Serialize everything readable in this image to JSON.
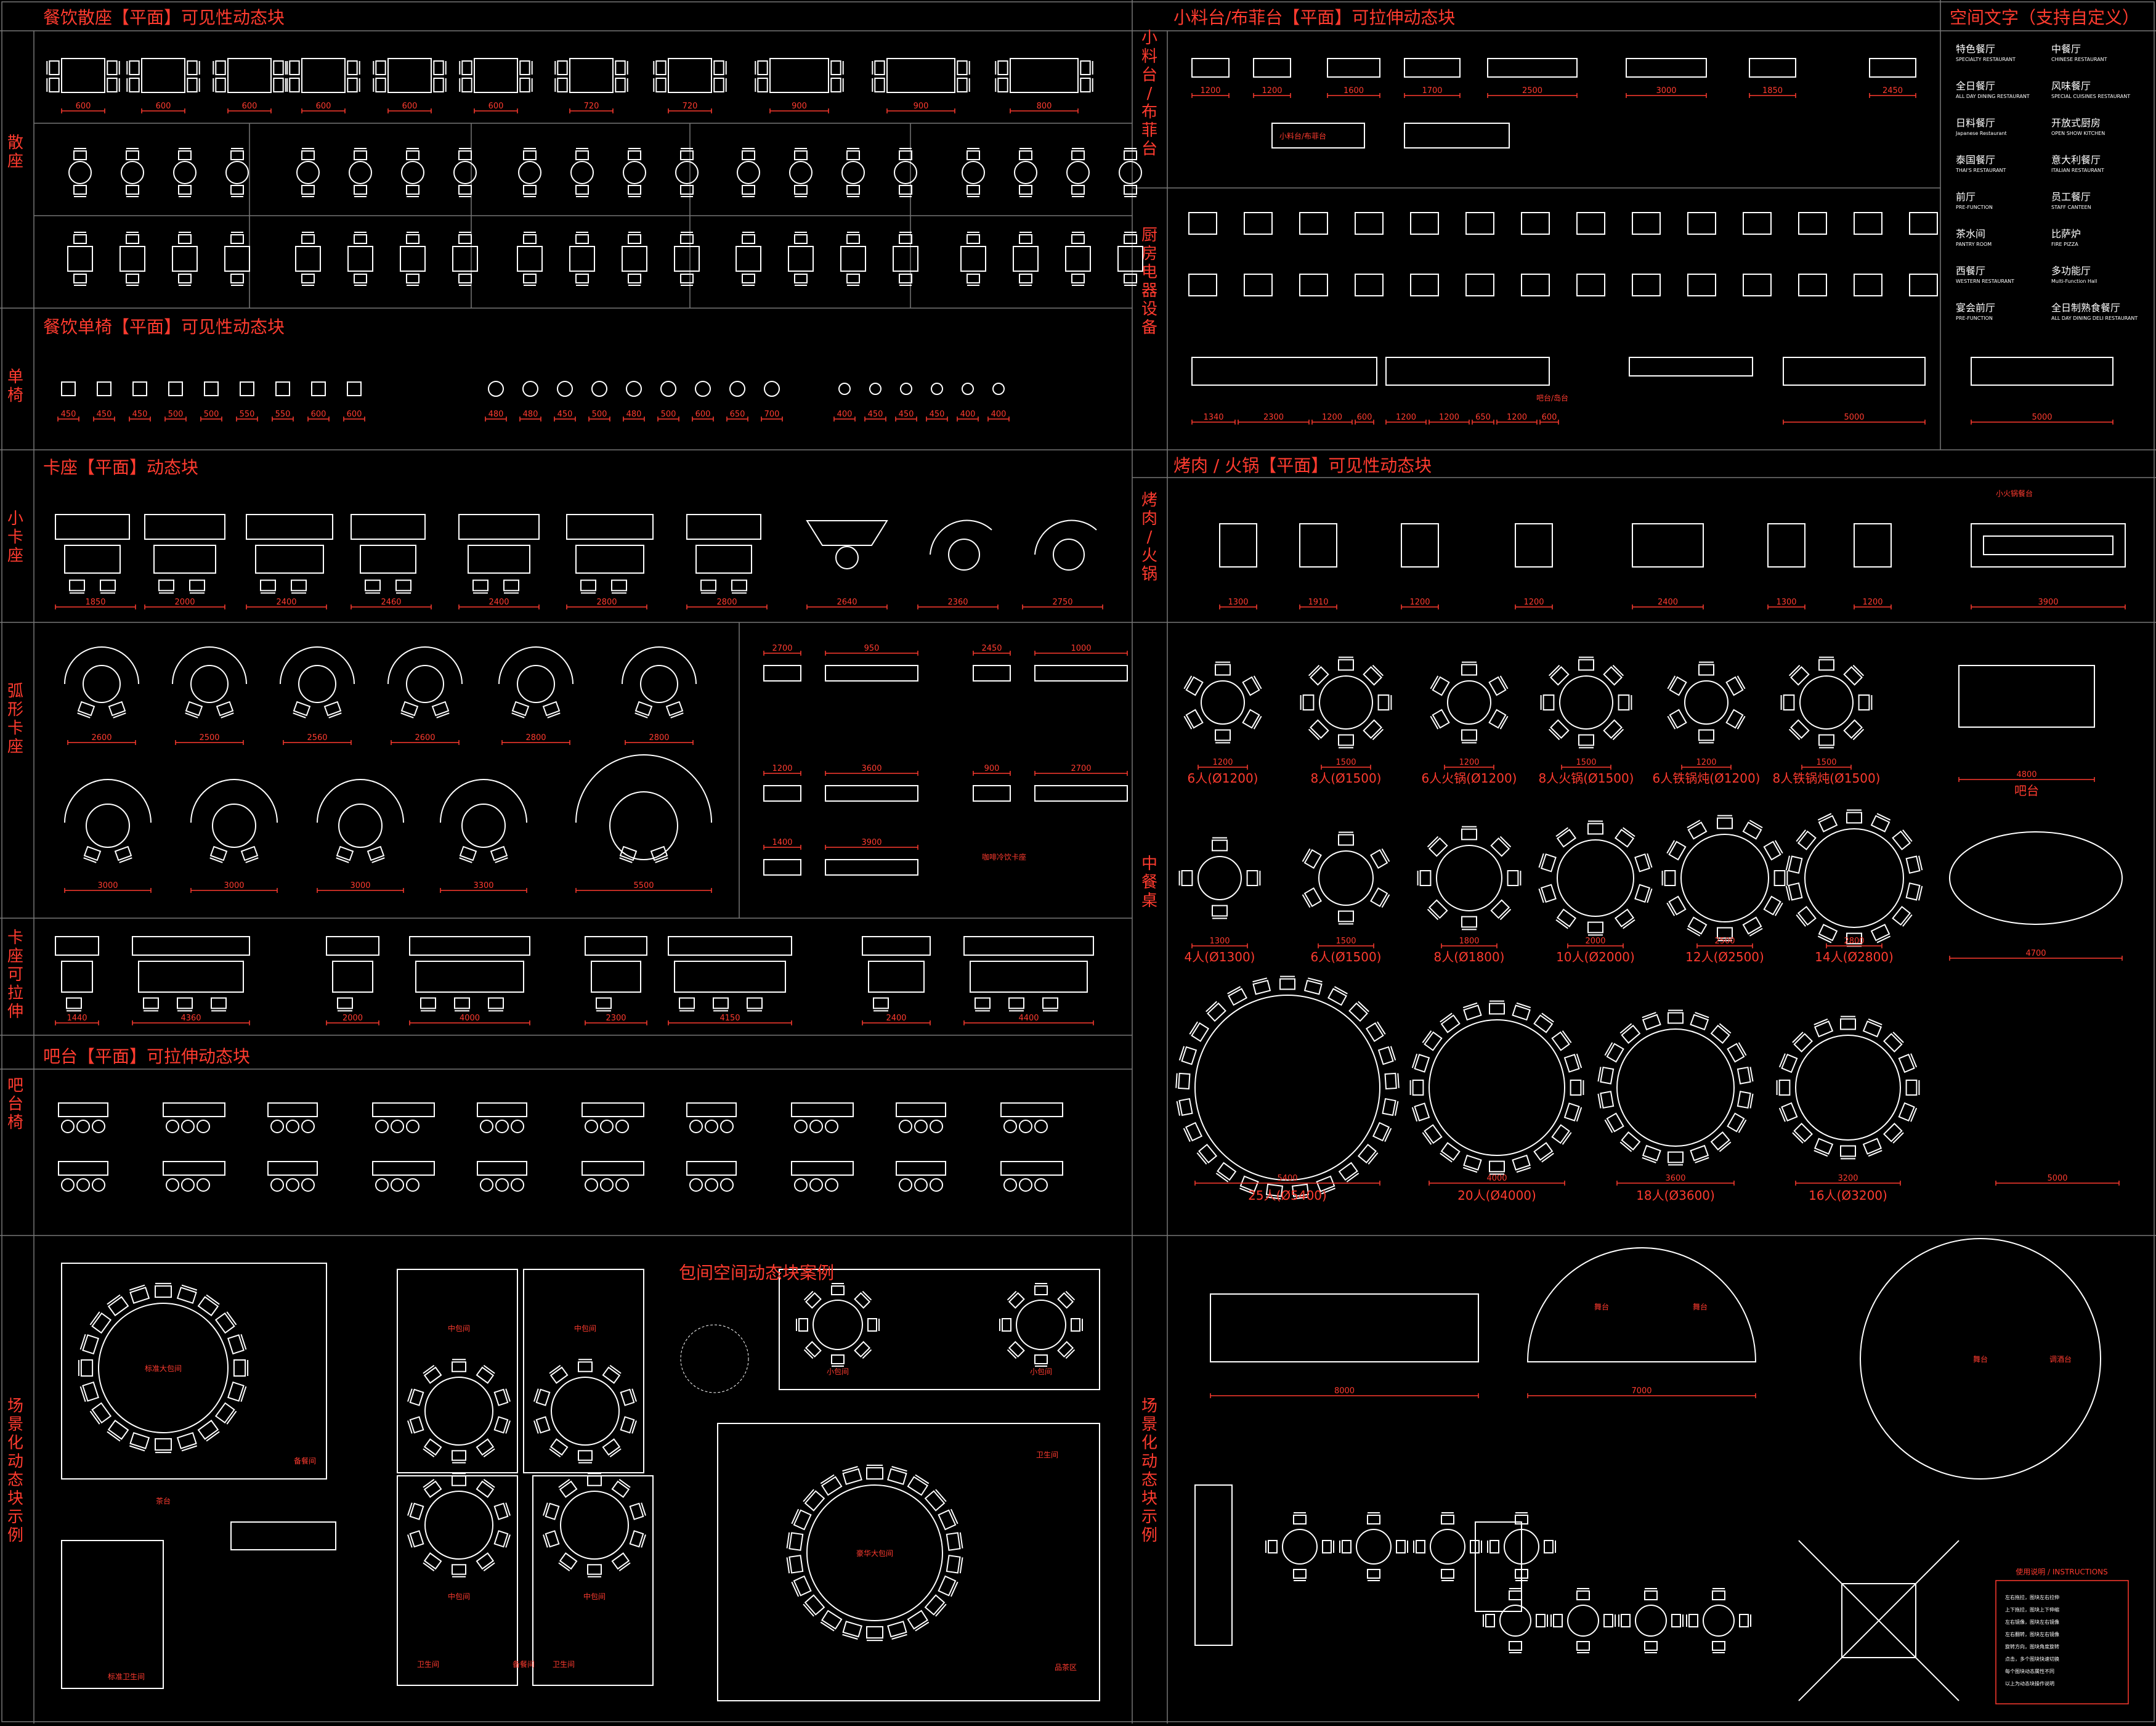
{
  "sections": {
    "s1": "餐饮散座【平面】可见性动态块",
    "s2": "餐饮单椅【平面】可见性动态块",
    "s3": "卡座【平面】动态块",
    "s4": "吧台【平面】可拉伸动态块",
    "s5": "小料台/布菲台【平面】可拉伸动态块",
    "s6": "空间文字（支持自定义）",
    "s7": "烤肉 / 火锅【平面】可见性动态块",
    "s8": "包间空间动态块案例"
  },
  "side_labels": {
    "sanzuo": "散座",
    "danyi": "单椅",
    "xiaokazuo": "小卡座",
    "huxing": "弧形卡座",
    "kalashen": "卡座可拉伸",
    "baitaiyi": "吧台椅",
    "changjing_left": "场景化动态块示例",
    "xiaoliao": "小料台/布菲台",
    "chufang": "厨房电器设备",
    "kaorou": "烤肉/火锅",
    "zhongcan": "中餐桌",
    "changjing_right": "场景化动态块示例"
  },
  "dims": {
    "sanzuo": [
      "600",
      "600",
      "600",
      "600",
      "600",
      "600",
      "720",
      "720",
      "900",
      "900",
      "800"
    ],
    "danyi": [
      "450",
      "450",
      "450",
      "500",
      "500",
      "550",
      "550",
      "600",
      "600",
      "480",
      "480",
      "450",
      "500",
      "480",
      "500",
      "600",
      "650",
      "700",
      "400",
      "450",
      "450",
      "450",
      "400",
      "400"
    ],
    "kazuo": [
      "1850",
      "2000",
      "2400",
      "2460",
      "2400",
      "2800",
      "2800",
      "2640",
      "2360",
      "2750"
    ],
    "arc1": [
      "2600",
      "2500",
      "2560",
      "2600",
      "2800",
      "2800"
    ],
    "arc2": [
      "3000",
      "3000",
      "3000",
      "3300",
      "5500"
    ],
    "kala": [
      "1440",
      "4360",
      "2000",
      "4000",
      "2300",
      "4150",
      "2400",
      "4400"
    ],
    "top_r": [
      "1200",
      "1200",
      "1600",
      "1700",
      "2500",
      "3000",
      "1850",
      "2450"
    ],
    "cook": [
      "1340",
      "2300",
      "1200",
      "600",
      "1200",
      "1200",
      "650",
      "1200",
      "600",
      "5000",
      "5000"
    ],
    "kaorou": [
      "1300",
      "1910",
      "1200",
      "1200",
      "2400",
      "1300",
      "1200",
      "3900"
    ],
    "hall": [
      "8000",
      "7000",
      "5400",
      "4000",
      "3600",
      "3200",
      "5000",
      "4700",
      "4800"
    ]
  },
  "minis": [
    "2700",
    "950",
    "2450",
    "1000",
    "1200",
    "3600",
    "900",
    "2700",
    "1400",
    "3900"
  ],
  "captions_cn": {
    "row1": [
      "6人(Ø1200)",
      "8人(Ø1500)",
      "6人火锅(Ø1200)",
      "8人火锅(Ø1500)",
      "6人铁锅炖(Ø1200)",
      "8人铁锅炖(Ø1500)"
    ],
    "row1_dims": [
      "1200",
      "1500",
      "1200",
      "1500",
      "1200",
      "1500"
    ],
    "bar": "吧台",
    "row2": [
      "4人(Ø1300)",
      "6人(Ø1500)",
      "8人(Ø1800)",
      "10人(Ø2000)",
      "12人(Ø2500)",
      "14人(Ø2800)"
    ],
    "row2_dims": [
      "1300",
      "1500",
      "1800",
      "2000",
      "2500",
      "2800"
    ],
    "row3": [
      "25人(Ø5400)",
      "20人(Ø4000)",
      "18人(Ø3600)",
      "16人(Ø3200)"
    ]
  },
  "space_text": [
    {
      "cn": "特色餐厅",
      "en": "SPECIALTY RESTAURANT"
    },
    {
      "cn": "中餐厅",
      "en": "CHINESE RESTAURANT"
    },
    {
      "cn": "全日餐厅",
      "en": "ALL DAY DINING RESTAURANT"
    },
    {
      "cn": "风味餐厅",
      "en": "SPECIAL CUISINES RESTAURANT"
    },
    {
      "cn": "日料餐厅",
      "en": "Japanese Restaurant"
    },
    {
      "cn": "开放式厨房",
      "en": "OPEN SHOW KITCHEN"
    },
    {
      "cn": "泰国餐厅",
      "en": "THAI'S RESTAURANT"
    },
    {
      "cn": "意大利餐厅",
      "en": "ITALIAN RESTAURANT"
    },
    {
      "cn": "前厅",
      "en": "PRE-FUNCTION"
    },
    {
      "cn": "员工餐厅",
      "en": "STAFF CANTEEN"
    },
    {
      "cn": "茶水间",
      "en": "PANTRY ROOM"
    },
    {
      "cn": "比萨炉",
      "en": "FIRE PIZZA"
    },
    {
      "cn": "西餐厅",
      "en": "WESTERN RESTAURANT"
    },
    {
      "cn": "多功能厅",
      "en": "Multi-Function Hall"
    },
    {
      "cn": "宴会前厅",
      "en": "PRE-FUNCTION"
    },
    {
      "cn": "全日制熟食餐厅",
      "en": "ALL DAY DINING DELI RESTAURANT"
    }
  ],
  "room_labels": {
    "big_room": "标准大包间",
    "mid": "中包间",
    "small": "小包间",
    "lux": "豪华大包间",
    "wc": "卫生间",
    "prep": "备餐间",
    "tea": "茶台",
    "std_wc": "标准卫生间",
    "pinshi": "品茶区",
    "stage": "舞台",
    "tiaojiu": "调酒台",
    "wutai2": "舞台",
    "bar2": "吧台/岛台",
    "xiaolb": "小料台/布菲台",
    "xhgt": "小火锅餐台",
    "coffee": "咖啡冷饮卡座"
  },
  "instructions": {
    "title": "使用说明 / INSTRUCTIONS",
    "lines": [
      "左右拖拉，图块左右拉伸",
      "上下拖拉，图块上下伸缩",
      "左右镜像，图块左右镜像",
      "左右翻转，图块左右镜像",
      "旋转方向，图块角度旋转",
      "点击，多个图块快速切换",
      "每个图块动态属性不同",
      "以上为动态块操作说明"
    ]
  }
}
